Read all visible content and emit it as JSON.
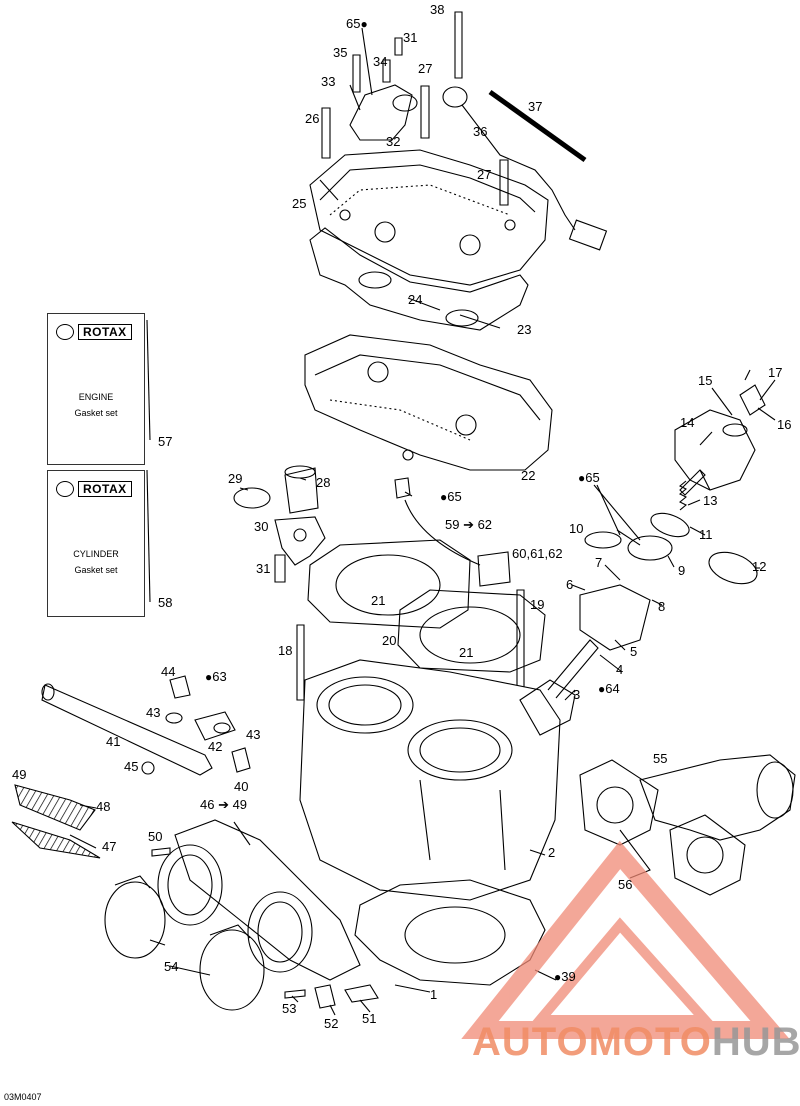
{
  "diagram_code": "03M0407",
  "watermark": {
    "part1": "AUTOMOTO",
    "part2": "HUB"
  },
  "kits": {
    "engine": {
      "brand": "ROTAX",
      "line1": "ENGINE",
      "line2": "Gasket set",
      "ref": "57"
    },
    "cylinder": {
      "brand": "ROTAX",
      "line1": "CYLINDER",
      "line2": "Gasket set",
      "ref": "58"
    }
  },
  "drop_symbol": "●",
  "callouts": [
    {
      "id": "38",
      "text": "38"
    },
    {
      "id": "65a",
      "text": "65",
      "drop": true
    },
    {
      "id": "35",
      "text": "35"
    },
    {
      "id": "31a",
      "text": "31"
    },
    {
      "id": "34",
      "text": "34"
    },
    {
      "id": "27a",
      "text": "27"
    },
    {
      "id": "33",
      "text": "33"
    },
    {
      "id": "37",
      "text": "37"
    },
    {
      "id": "26",
      "text": "26"
    },
    {
      "id": "36",
      "text": "36"
    },
    {
      "id": "32",
      "text": "32"
    },
    {
      "id": "27b",
      "text": "27"
    },
    {
      "id": "25",
      "text": "25"
    },
    {
      "id": "24",
      "text": "24"
    },
    {
      "id": "23",
      "text": "23"
    },
    {
      "id": "15",
      "text": "15"
    },
    {
      "id": "17",
      "text": "17"
    },
    {
      "id": "16",
      "text": "16"
    },
    {
      "id": "14",
      "text": "14"
    },
    {
      "id": "22",
      "text": "22"
    },
    {
      "id": "29",
      "text": "29"
    },
    {
      "id": "28",
      "text": "28"
    },
    {
      "id": "65b",
      "text": "65",
      "drop": true
    },
    {
      "id": "65c",
      "text": "65",
      "drop": true
    },
    {
      "id": "13",
      "text": "13"
    },
    {
      "id": "10",
      "text": "10"
    },
    {
      "id": "11",
      "text": "11"
    },
    {
      "id": "30",
      "text": "30"
    },
    {
      "id": "5962",
      "text": "59 ➔ 62"
    },
    {
      "id": "6062",
      "text": "60,61,62"
    },
    {
      "id": "12",
      "text": "12"
    },
    {
      "id": "9",
      "text": "9"
    },
    {
      "id": "7",
      "text": "7"
    },
    {
      "id": "31b",
      "text": "31"
    },
    {
      "id": "6",
      "text": "6"
    },
    {
      "id": "8",
      "text": "8"
    },
    {
      "id": "21a",
      "text": "21"
    },
    {
      "id": "19",
      "text": "19"
    },
    {
      "id": "5",
      "text": "5"
    },
    {
      "id": "20",
      "text": "20"
    },
    {
      "id": "18",
      "text": "18"
    },
    {
      "id": "21b",
      "text": "21"
    },
    {
      "id": "4",
      "text": "4"
    },
    {
      "id": "44",
      "text": "44"
    },
    {
      "id": "63",
      "text": "63",
      "drop": true
    },
    {
      "id": "3",
      "text": "3"
    },
    {
      "id": "64",
      "text": "64",
      "drop": true
    },
    {
      "id": "43a",
      "text": "43"
    },
    {
      "id": "43b",
      "text": "43"
    },
    {
      "id": "41",
      "text": "41"
    },
    {
      "id": "42",
      "text": "42"
    },
    {
      "id": "40",
      "text": "40"
    },
    {
      "id": "45",
      "text": "45"
    },
    {
      "id": "55",
      "text": "55"
    },
    {
      "id": "49",
      "text": "49"
    },
    {
      "id": "4649",
      "text": "46 ➔ 49"
    },
    {
      "id": "48",
      "text": "48"
    },
    {
      "id": "50",
      "text": "50"
    },
    {
      "id": "47",
      "text": "47"
    },
    {
      "id": "2",
      "text": "2"
    },
    {
      "id": "56",
      "text": "56"
    },
    {
      "id": "54",
      "text": "54"
    },
    {
      "id": "39",
      "text": "39",
      "drop": true
    },
    {
      "id": "1",
      "text": "1"
    },
    {
      "id": "53",
      "text": "53"
    },
    {
      "id": "52",
      "text": "52"
    },
    {
      "id": "51",
      "text": "51"
    }
  ]
}
